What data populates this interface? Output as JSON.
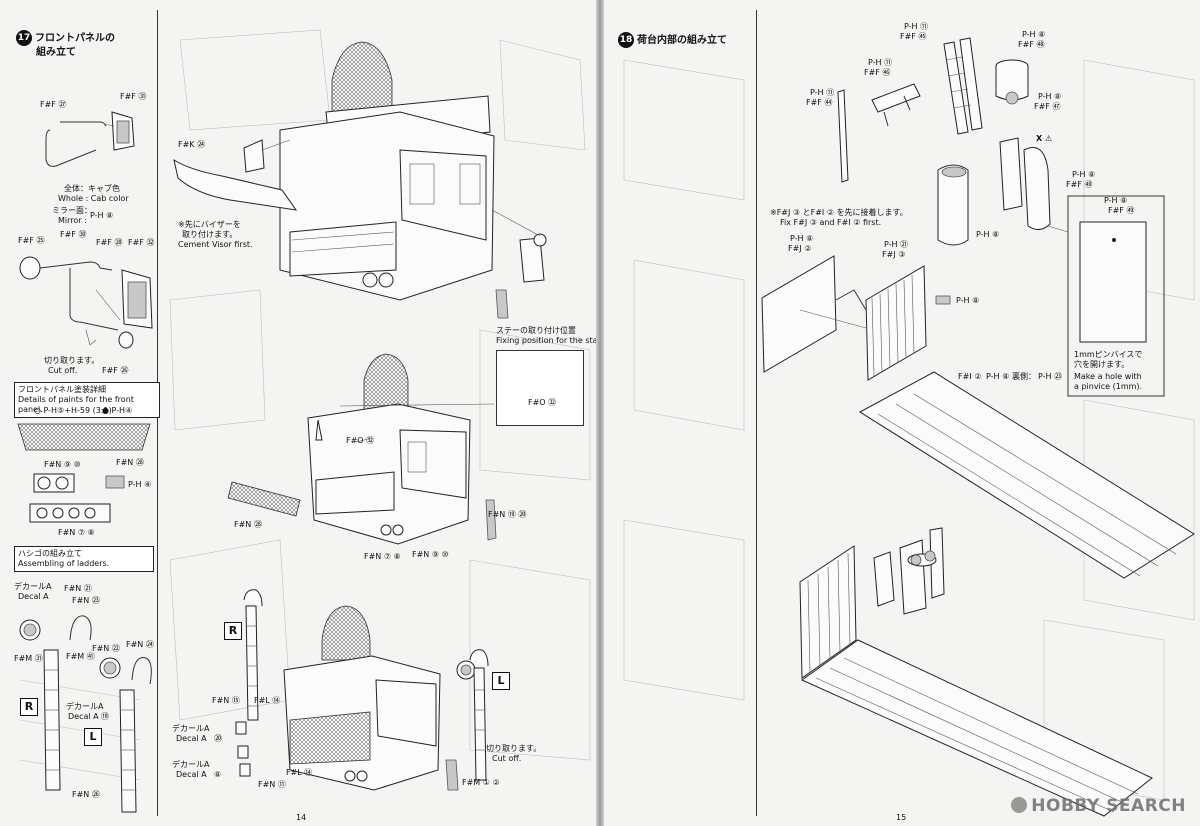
{
  "left_page": {
    "step17": {
      "number": "17",
      "title_line1": "フロントパネルの",
      "title_line2": "組み立て"
    },
    "mirror_small": {
      "part_left": "F#F ㉗",
      "part_right": "F#F ㉛",
      "color_note_jp": "全体：キャブ色",
      "color_note_en": "Whole : Cab color",
      "mirror_face_jp": "ミラー面：",
      "mirror_face_en": "Mirror :",
      "mirror_paint": "P-H ⑧"
    },
    "mirror_large": {
      "part_25": "F#F ㉕",
      "part_30": "F#F ㉚",
      "part_28": "F#F ㉘",
      "part_32": "F#F ㉜",
      "part_26": "F#F ㉖",
      "cut_jp": "切り取ります。",
      "cut_en": "Cut off."
    },
    "paint_details": {
      "title_jp": "フロントパネル塗装詳細",
      "title_en": "Details of paints for the front panel.",
      "mix_note": "○ P-H⑤+H-59 (3:1)",
      "dot_note": "● P-H④",
      "n28": "F#N ㉘",
      "n9_10": "F#N ⑨ ⑩",
      "n7_8": "F#N ⑦ ⑧",
      "p4": "P-H ④"
    },
    "ladders": {
      "title_jp": "ハシゴの組み立て",
      "title_en": "Assembling of ladders.",
      "decal_a_jp": "デカールA",
      "decal_a_en": "Decal A",
      "n21": "F#N ㉑",
      "n23": "F#N ㉓",
      "m61": "F#M ㉛",
      "n22": "F#N ㉒",
      "n24": "F#N ㉔",
      "m61b": "F#M ㊶",
      "decal_a2_jp": "デカールA",
      "decal_a2_en": "Decal A ⑲",
      "n26": "F#N ㉖",
      "r": "R",
      "l": "L"
    },
    "cab_top": {
      "k24": "F#K ㉔",
      "visor_jp1": "※先にバイザーを",
      "visor_jp2": "取り付けます。",
      "visor_en": "Cement Visor first."
    },
    "cab_mid": {
      "stay_jp": "ステーの取り付け位置",
      "stay_en": "Fixing position for the stay",
      "o32a": "F#O ㉜",
      "o32b": "F#O ㉜",
      "n28": "F#N ㉘",
      "n19_20": "F#N ⑲ ⑳",
      "n7_8": "F#N ⑦ ⑧",
      "n9_10": "F#N ⑨ ⑩"
    },
    "cab_bottom": {
      "r": "R",
      "l": "L",
      "n15": "F#N ⑮",
      "l14a": "F#L ⑭",
      "decal_a_jp1": "デカールA",
      "decal_a_en1": "Decal A",
      "decal_a_num1": "⑳",
      "decal_a_jp2": "デカールA",
      "decal_a_en2": "Decal A",
      "decal_a_num2": "⑧",
      "n11": "F#N ⑪",
      "l14b": "F#L ⑭",
      "cut_jp": "切り取ります。",
      "cut_en": "Cut off.",
      "m1_2": "F#M ① ②"
    },
    "page_number": "14"
  },
  "right_page": {
    "step18": {
      "number": "18",
      "title": "荷台内部の組み立て"
    },
    "top_parts": {
      "p11a": "P-H ⑪",
      "f45": "F#F ㊺",
      "p8a": "P-H ⑧",
      "f48": "F#F ㊽",
      "p11b": "P-H ⑪",
      "f46": "F#F ㊻",
      "p11c": "P-H ⑪",
      "f44": "F#F ㊹",
      "p8b": "P-H ⑧",
      "f47": "F#F ㊼",
      "x_mark": "X ⚠",
      "p8c": "P-H ⑧",
      "f49": "F#F ㊾",
      "p8d": "P-H ⑧"
    },
    "note_fix": {
      "jp": "※F#J ③ とF#I ② を先に接着します。",
      "en": "Fix F#J ③ and F#I ② first.",
      "p8": "P-H ⑧",
      "j2": "F#J ②",
      "p21": "P-H ㉑",
      "j3": "F#J ③",
      "p8b": "P-H ⑧"
    },
    "callout": {
      "p8": "P-H ⑧",
      "f49": "F#F ㊾",
      "jp": "1mmピンバイスで",
      "jp2": "穴を開けます。",
      "en1": "Make a hole with",
      "en2": "a pinvice (1mm)."
    },
    "floor": {
      "i2": "F#I ②",
      "p8": "P-H ⑧",
      "back": "裏側：",
      "p23": "P-H ㉓"
    },
    "page_number": "15"
  },
  "watermark": "HOBBY SEARCH"
}
